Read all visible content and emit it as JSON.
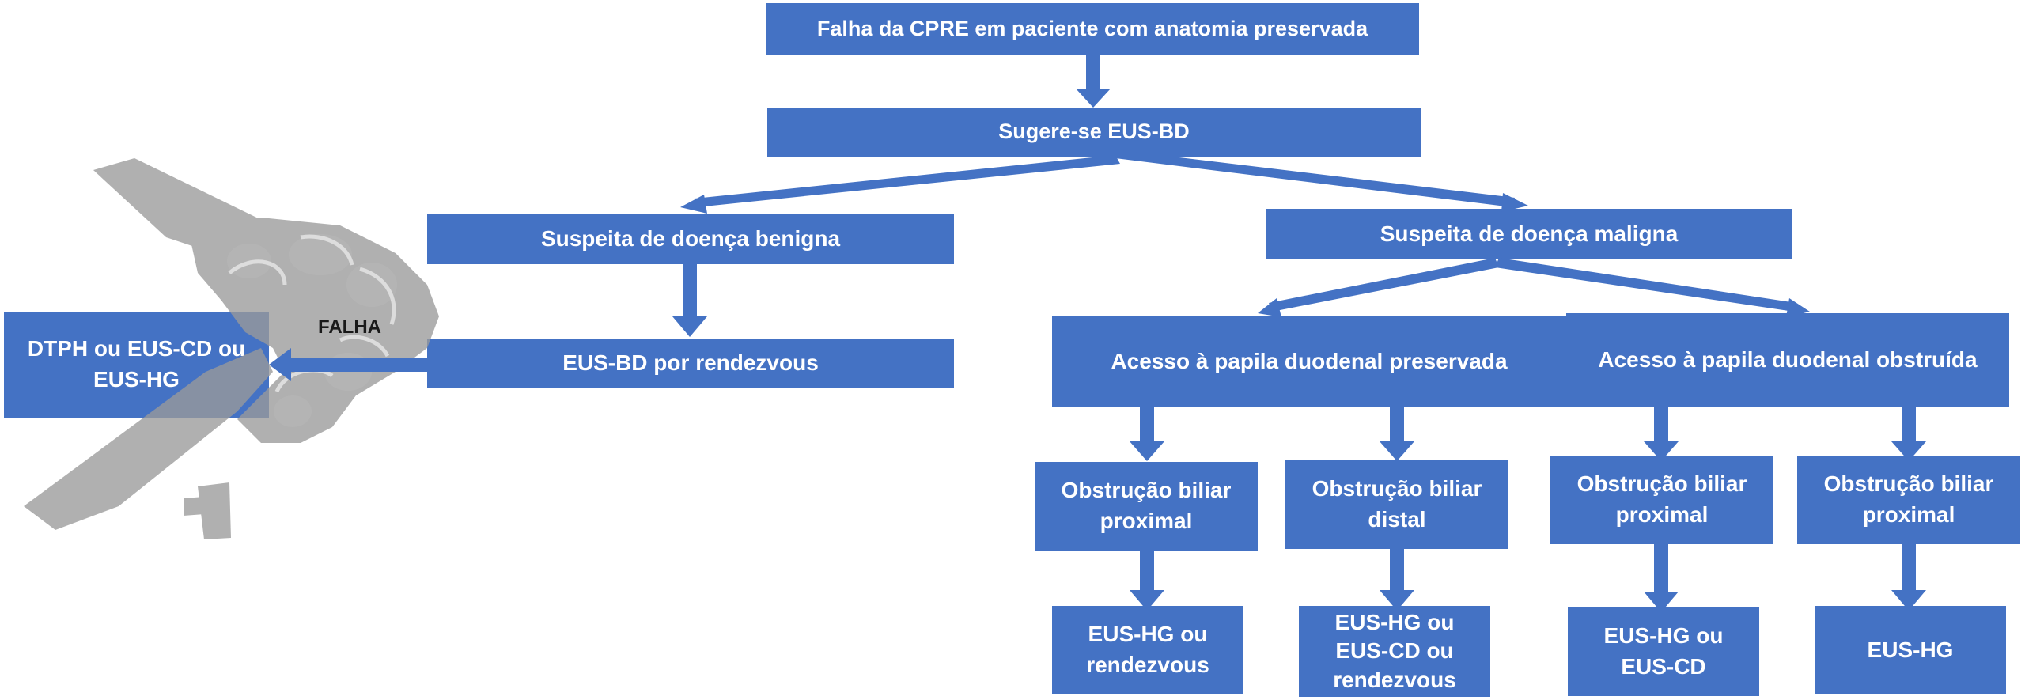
{
  "diagram": {
    "nodes": {
      "root": "Falha da CPRE em paciente com anatomia preservada",
      "suggest": "Sugere-se EUS-BD",
      "benign": "Suspeita de doença benigna",
      "malign": "Suspeita de doença maligna",
      "rendezvous": "EUS-BD por rendezvous",
      "left_result": [
        "DTPH ou EUS-CD ou",
        "EUS-HG"
      ],
      "papila_preserved": "Acesso à papila duodenal preservada",
      "papila_obstructed": "Acesso à papila duodenal obstruída",
      "obs_prox_1": [
        "Obstrução biliar",
        "proximal"
      ],
      "obs_distal": [
        "Obstrução biliar",
        "distal"
      ],
      "obs_prox_2": [
        "Obstrução biliar",
        "proximal"
      ],
      "obs_prox_3": [
        "Obstrução biliar",
        "proximal"
      ],
      "leaf_1": [
        "EUS-HG ou",
        "rendezvous"
      ],
      "leaf_2": [
        "EUS-HG ou",
        "EUS-CD ou",
        "rendezvous"
      ],
      "leaf_3": [
        "EUS-HG ou",
        "EUS-CD"
      ],
      "leaf_4": [
        "EUS-HG"
      ]
    },
    "edge_label_falha": "FALHA",
    "colors": {
      "node_fill": "#4472c4",
      "node_text": "#ffffff",
      "watermark": "#9e9e9e"
    },
    "icons": [
      "surgical-instrument-watermark"
    ]
  }
}
